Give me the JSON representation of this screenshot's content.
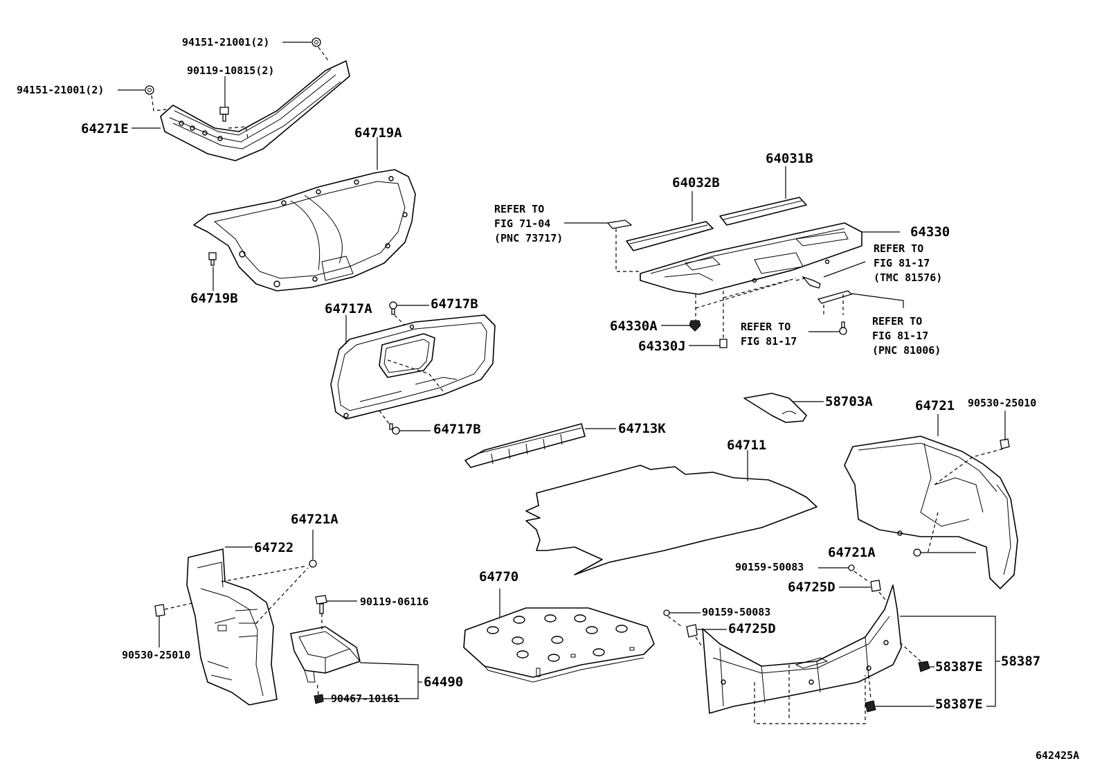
{
  "labels": {
    "p94151_top": "94151-21001(2)",
    "p90119_10815": "90119-10815(2)",
    "p94151_left": "94151-21001(2)",
    "p64271E": "64271E",
    "p64719A": "64719A",
    "p64719B": "64719B",
    "p64717A": "64717A",
    "p64717B_top": "64717B",
    "p64717B_bot": "64717B",
    "p64032B": "64032B",
    "p64031B": "64031B",
    "p64330": "64330",
    "p64330A": "64330A",
    "p64330J": "64330J",
    "p58703A": "58703A",
    "p64713K": "64713K",
    "p64711": "64711",
    "p64721": "64721",
    "p90530_right": "90530-25010",
    "p64721A_right": "64721A",
    "p90159_top": "90159-50083",
    "p64725D_top": "64725D",
    "p90159_bot": "90159-50083",
    "p64725D_bot": "64725D",
    "p58387E_top": "58387E",
    "p58387E_bot": "58387E",
    "p58387": "58387",
    "p64770": "64770",
    "p64721A_left": "64721A",
    "p64722": "64722",
    "p90530_left": "90530-25010",
    "p90119_06116": "90119-06116",
    "p64490": "64490",
    "p90467": "90467-10161",
    "diagram_id": "642425A"
  },
  "refs": {
    "ref1": [
      "REFER TO",
      "FIG 71-04",
      "(PNC 73717)"
    ],
    "ref2": [
      "REFER TO",
      "FIG 81-17",
      "(TMC 81576)"
    ],
    "ref3": [
      "REFER TO",
      "FIG 81-17"
    ],
    "ref4": [
      "REFER TO",
      "FIG 81-17",
      "(PNC 81006)"
    ]
  }
}
